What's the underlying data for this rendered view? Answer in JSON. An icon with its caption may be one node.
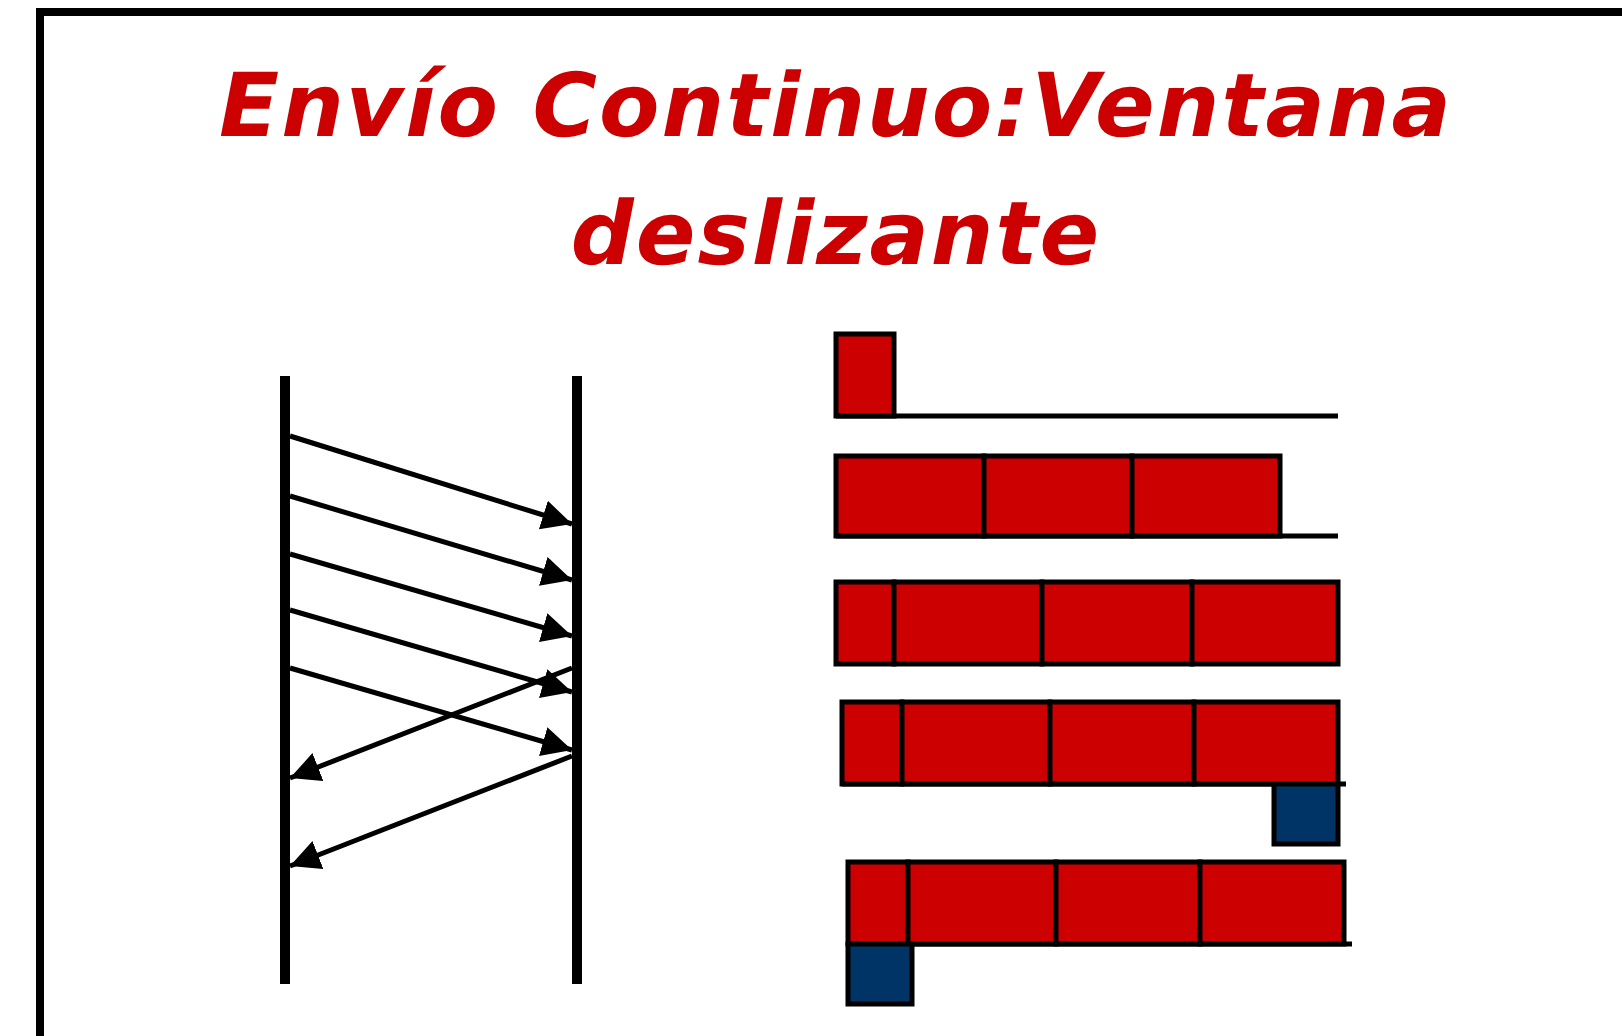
{
  "diagram": {
    "title": "Envío Continuo:Ventana deslizante",
    "nodes": [
      {
        "text": [],
        "shape": "bar"
      },
      {
        "text": [],
        "shape": "bar"
      }
    ],
    "edges": [
      {
        "from": 0,
        "to": 1,
        "arrow": "to"
      },
      {
        "from": 0,
        "to": 1,
        "arrow": "to"
      },
      {
        "from": 0,
        "to": 1,
        "arrow": "to"
      },
      {
        "from": 0,
        "to": 1,
        "arrow": "to"
      },
      {
        "from": 0,
        "to": 1,
        "arrow": "to"
      },
      {
        "from": 1,
        "to": 0,
        "arrow": "to"
      },
      {
        "from": 1,
        "to": 0,
        "arrow": "to"
      }
    ]
  }
}
